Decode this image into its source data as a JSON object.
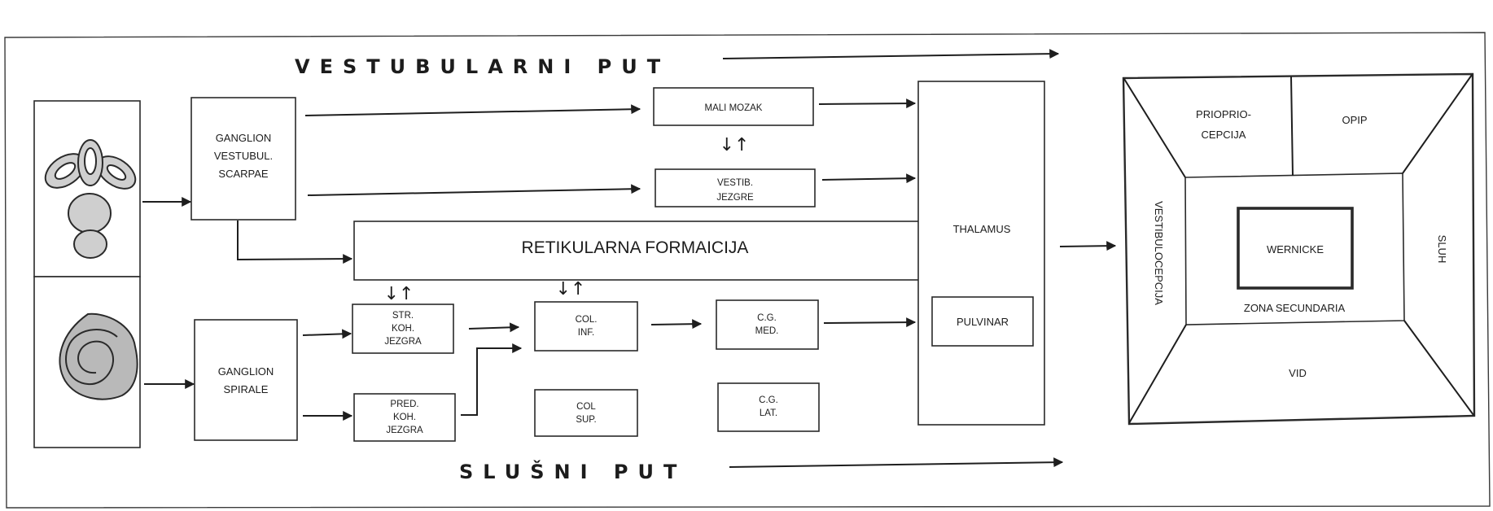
{
  "titles": {
    "vestibular": "VESTUBULARNI PUT",
    "auditory": "SLUŠNI PUT"
  },
  "nodes": {
    "ganglion_vestibul": [
      "GANGLION",
      "VESTUBUL.",
      "SCARPAE"
    ],
    "ganglion_spirale": [
      "GANGLION",
      "SPIRALE"
    ],
    "mali_mozak": "MALI MOZAK",
    "vestib_jezgre": [
      "VESTIB.",
      "JEZGRE"
    ],
    "retikularna": "RETIKULARNA FORMAICIJA",
    "str_koh": [
      "STR.",
      "KOH.",
      "JEZGRA"
    ],
    "pred_koh": [
      "PRED.",
      "KOH.",
      "JEZGRA"
    ],
    "col_inf": [
      "COL.",
      "INF."
    ],
    "col_sup": [
      "COL",
      "SUP."
    ],
    "cg_med": [
      "C.G.",
      "MED."
    ],
    "cg_lat": [
      "C.G.",
      "LAT."
    ],
    "thalamus": "THALAMUS",
    "pulvinar": "PULVINAR"
  },
  "cortex": {
    "priopriocepcija": [
      "PRIOPRIO-",
      "CEPCIJA"
    ],
    "opip": "OPIP",
    "vestibulocepcija": "VESTIBULOCEPCIJA",
    "sluh": "SLUH",
    "wernicke": "WERNICKE",
    "zona_secundaria": "ZONA SECUNDARIA",
    "vid": "VID"
  },
  "symbols": {
    "exchange": "↓↑"
  },
  "icons": [
    "vestibular-organ-icon",
    "cochlea-icon"
  ]
}
